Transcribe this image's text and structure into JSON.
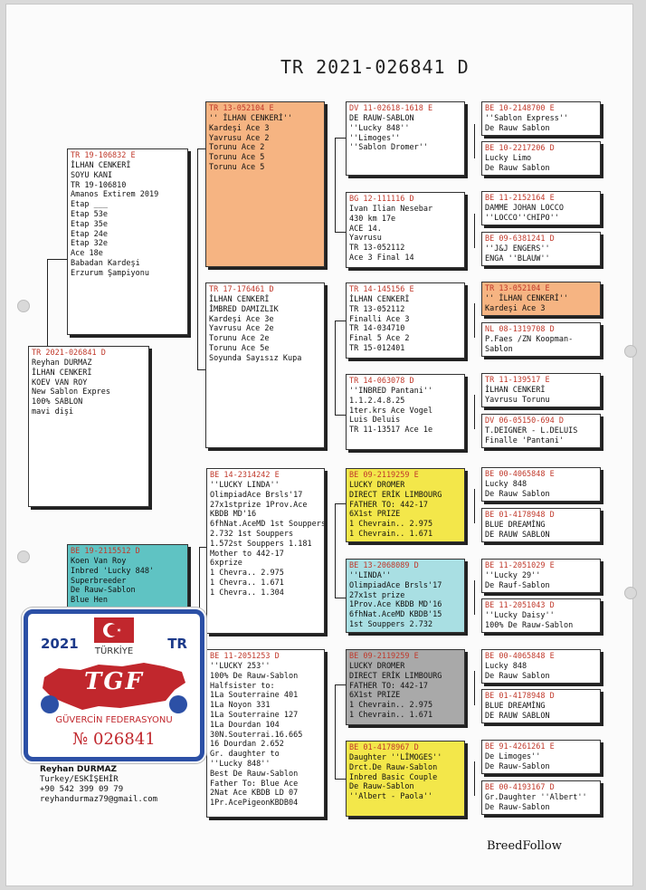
{
  "document": {
    "pedigree_number": "TR 2021-026841 D",
    "brand": "BreedFollow"
  },
  "owner": {
    "name": "Reyhan DURMAZ",
    "location": "Turkey/ESKİŞEHİR",
    "phone": "+90 542 399 09 79",
    "email": "reyhandurmaz79@gmail.com"
  },
  "seal": {
    "year": "2021",
    "country_code": "TR",
    "country": "TÜRKİYE",
    "logo_text": "TGF",
    "federation": "GÜVERCİN FEDERASYONU",
    "number": "№ 026841",
    "colors": {
      "red": "#c1272d",
      "blue": "#2c50a6"
    }
  },
  "boxes": {
    "bird": {
      "ring": "TR 2021-026841 D",
      "lines": [
        "Reyhan DURMAZ",
        "İLHAN CENKERİ",
        "KOEV VAN ROY",
        "New Sablon Expres",
        "100% SABLON",
        "mavi dişi"
      ]
    },
    "sire": {
      "ring": "TR 19-106832 E",
      "lines": [
        "İLHAN CENKERİ",
        "SOYU KANI",
        "TR 19-106810",
        "Amanos Extirem 2019",
        "Etap ___",
        "Etap 53e",
        "Etap 35e",
        "Etap 24e",
        "Etap 32e",
        "Ace  18e",
        "Babadan Kardeşi",
        "Erzurum Şampiyonu"
      ]
    },
    "dam": {
      "ring": "BE 19-2115512 D",
      "lines": [
        "Koen Van Roy",
        "Inbred 'Lucky 848'",
        "Superbreeder",
        "De Rauw-Sablon",
        "Blue Hen"
      ]
    },
    "ss": {
      "ring": "TR 13-052104 E",
      "lines": [
        "'' İLHAN CENKERİ''",
        "Kardeşi Ace 3",
        "Yavrusu Ace 2",
        "Torunu Ace 2",
        "Torunu Ace 5",
        "Torunu Ace 5"
      ]
    },
    "sd": {
      "ring": "TR 17-176461 D",
      "lines": [
        "İLHAN CENKERİ",
        "İMBRED DAMIZLIK",
        "Kardeşi Ace 3e",
        "Yavrusu Ace 2e",
        "Torunu Ace 2e",
        "Torunu Ace 5e",
        "Soyunda Sayısız Kupa"
      ]
    },
    "ds": {
      "ring": "BE 14-2314242 E",
      "lines": [
        "''LUCKY LINDA''",
        "OlimpiadAce Brsls'17",
        "27x1stprize 1Prov.Ace",
        "KBDB MD'16",
        "6fhNat.AceMD 1st Souppers",
        "2.732 1st Souppers",
        "1.572st Souppers 1.181",
        "Mother to 442-17",
        "6xprize",
        "1 Chevra.. 2.975",
        "1 Chevra.. 1.671",
        "1 Chevra.. 1.304"
      ]
    },
    "dd": {
      "ring": "BE 11-2051253 D",
      "lines": [
        "''LUCKY 253''",
        "100% De Rauw-Sablon",
        "Halfsister to:",
        "1La Souterraine 401",
        "1La Noyon       331",
        "1La Souterraine 127",
        "1La Dourdan     104",
        "30N.Souterrai.16.665",
        "16 Dourdan      2.652",
        "Gr. daughter to",
        "''Lucky 848''",
        "Best De Rauw-Sablon",
        "Father To: Blue Ace",
        "2Nat Ace KBDB LD 07",
        "1Pr.AcePigeonKBDB04"
      ]
    },
    "sss": {
      "ring": "DV 11-02618-1618 E",
      "lines": [
        "DE RAUW-SABLON",
        "''Lucky 848''",
        "''Limoges''",
        "''Sablon Dromer''"
      ]
    },
    "ssd": {
      "ring": "BG 12-111116 D",
      "lines": [
        "Ivan Ilian Nesebar",
        "430 km 17e",
        "ACE 14.",
        "Yavrusu",
        "TR 13-052112",
        "Ace 3 Final 14"
      ]
    },
    "sds": {
      "ring": "TR 14-145156 E",
      "lines": [
        "İLHAN CENKERİ",
        "TR 13-052112",
        "Finalli Ace 3",
        "TR 14-034710",
        "Final 5 Ace 2",
        "TR 15-012401"
      ]
    },
    "sdd": {
      "ring": "TR 14-063078 D",
      "lines": [
        "''INBRED Pantani''",
        "1.1.2.4.8.25",
        "1ter.krs Ace Vogel",
        "Luis Deluis",
        "TR 11-13517 Ace 1e"
      ]
    },
    "dss": {
      "ring": "BE 09-2119259 E",
      "lines": [
        "LUCKY DROMER",
        "DIRECT ERİK LIMBOURG",
        "FATHER TO: 442-17",
        "6X1st PRIZE",
        "1 Chevrain.. 2.975",
        "1 Chevrain.. 1.671"
      ]
    },
    "dsd": {
      "ring": "BE 13-2068089 D",
      "lines": [
        "''LINDA''",
        "OlimpiadAce Brsls'17",
        "27x1st prize",
        "1Prov.Ace KBDB MD'16",
        "6fhNat.AceMD KBDB'15",
        "1st Souppers 2.732"
      ]
    },
    "dds": {
      "ring": "BE 09-2119259 E",
      "lines": [
        "LUCKY DROMER",
        "DIRECT ERİK LIMBOURG",
        "FATHER TO: 442-17",
        "6X1st PRIZE",
        "1 Chevrain.. 2.975",
        "1 Chevrain.. 1.671"
      ]
    },
    "ddd": {
      "ring": "BE 01-4178967 D",
      "lines": [
        "Daughter ''LİMOGES''",
        "Drct.De Rauw-Sablon",
        "Inbred Basic Couple",
        "De Rauw-Sablon",
        "''Albert - Paola''"
      ]
    },
    "g1": {
      "ring": "BE 10-2148700 E",
      "lines": [
        "''Sablon Express''",
        "De Rauw Sablon"
      ]
    },
    "g2": {
      "ring": "BE 10-2217206 D",
      "lines": [
        "Lucky Limo",
        "De Rauw Sablon"
      ]
    },
    "g3": {
      "ring": "BE 11-2152164 E",
      "lines": [
        "DAMME JOHAN LOCCO",
        "''LOCCO''CHIPO''"
      ]
    },
    "g4": {
      "ring": "BE 09-6381241 D",
      "lines": [
        "''J&J ENGERS''",
        "ENGA ''BLAUW''"
      ]
    },
    "g5": {
      "ring": "TR 13-052104 E",
      "lines": [
        "'' İLHAN CENKERİ''",
        "Kardeşi Ace 3"
      ]
    },
    "g6": {
      "ring": "NL 08-1319708 D",
      "lines": [
        "P.Faes /ZN Koopman-",
        "Sablon"
      ]
    },
    "g7": {
      "ring": "TR 11-139517 E",
      "lines": [
        "İLHAN CENKERİ",
        "Yavrusu Torunu"
      ]
    },
    "g8": {
      "ring": "DV 06-05150-694 D",
      "lines": [
        "T.DEIGNER - L.DELUIS",
        "Finalle 'Pantani'"
      ]
    },
    "g9": {
      "ring": "BE 00-4065848 E",
      "lines": [
        "Lucky 848",
        "De Rauw Sablon"
      ]
    },
    "g10": {
      "ring": "BE 01-4178948 D",
      "lines": [
        "BLUE DREAMİNG",
        "DE RAUW SABLON"
      ]
    },
    "g11": {
      "ring": "BE 11-2051029 E",
      "lines": [
        "''Lucky 29''",
        "De Rauf-Sablon"
      ]
    },
    "g12": {
      "ring": "BE 11-2051043 D",
      "lines": [
        "''Lucky Daisy''",
        "100% De Rauw-Sablon"
      ]
    },
    "g13": {
      "ring": "BE 00-4065848 E",
      "lines": [
        "Lucky 848",
        "De Rauw Sablon"
      ]
    },
    "g14": {
      "ring": "BE 01-4178948 D",
      "lines": [
        "BLUE DREAMİNG",
        "DE RAUW SABLON"
      ]
    },
    "g15": {
      "ring": "BE 91-4261261 E",
      "lines": [
        "De Limoges''",
        "De Rauw-Sablon"
      ]
    },
    "g16": {
      "ring": "BE 00-4193167 D",
      "lines": [
        "Gr.Daughter ''Albert''",
        "De Rauw-Sablon"
      ]
    }
  }
}
